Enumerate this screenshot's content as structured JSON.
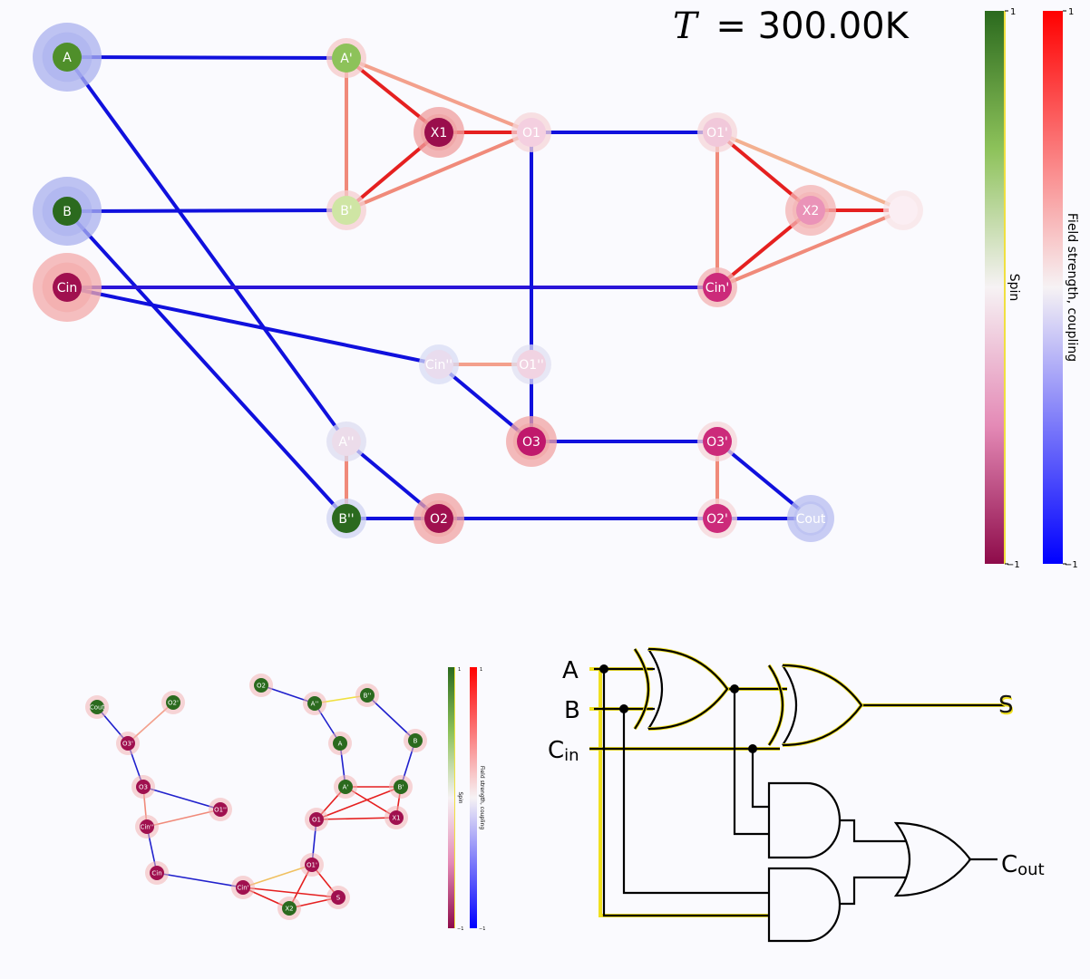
{
  "temperature_label": "T = 300.00K",
  "temperature": {
    "symbol": "T",
    "value": "300.00K"
  },
  "colorbars": {
    "spin": {
      "label": "Spin",
      "max": "1",
      "min": "−1"
    },
    "field": {
      "label": "Field strength, coupling",
      "max": "1",
      "min": "−1"
    }
  },
  "nodes": [
    {
      "id": "A",
      "label": "A",
      "color": "#4f8f2a",
      "halo": "#aab0ee"
    },
    {
      "id": "B",
      "label": "B",
      "color": "#2b6a1e",
      "halo": "#aab0ee"
    },
    {
      "id": "Cin",
      "label": "Cin",
      "color": "#a0104f",
      "halo": "#f3a9a9"
    },
    {
      "id": "Ap",
      "label": "A'",
      "color": "#8dc25a",
      "halo": "#f5c8c8"
    },
    {
      "id": "X1",
      "label": "X1",
      "color": "#9a0e4c",
      "halo": "#ef9e9e"
    },
    {
      "id": "Bp",
      "label": "B'",
      "color": "#cfe5a4",
      "halo": "#f5cdd0"
    },
    {
      "id": "O1",
      "label": "O1",
      "color": "#f4cfe0",
      "halo": "#f6d6d8"
    },
    {
      "id": "O1p",
      "label": "O1'",
      "color": "#f1c8da",
      "halo": "#f6d6d8"
    },
    {
      "id": "X2",
      "label": "X2",
      "color": "#ea93b8",
      "halo": "#f3b2b2"
    },
    {
      "id": "S",
      "label": "",
      "color": "#fbeef3",
      "halo": "#f8e3e5"
    },
    {
      "id": "Cinp",
      "label": "Cin'",
      "color": "#cc2a7a",
      "halo": "#f3b2b2"
    },
    {
      "id": "Cinpp",
      "label": "Cin''",
      "color": "#e9dcee",
      "halo": "#d8dcf4"
    },
    {
      "id": "O1pp",
      "label": "O1''",
      "color": "#f1d3e2",
      "halo": "#e0e0f2"
    },
    {
      "id": "O3",
      "label": "O3",
      "color": "#c0186c",
      "halo": "#f0a3a3"
    },
    {
      "id": "O3p",
      "label": "O3'",
      "color": "#cc2a7a",
      "halo": "#f6d6d8"
    },
    {
      "id": "App",
      "label": "A''",
      "color": "#ecdcea",
      "halo": "#dcdcf0"
    },
    {
      "id": "Bpp",
      "label": "B''",
      "color": "#2b6a1e",
      "halo": "#cfd3f2"
    },
    {
      "id": "O2",
      "label": "O2",
      "color": "#a0104f",
      "halo": "#f0a3a3"
    },
    {
      "id": "O2p",
      "label": "O2'",
      "color": "#cc2a7a",
      "halo": "#f6d6d8"
    },
    {
      "id": "Cout",
      "label": "Cout",
      "color": "#d0d4f4",
      "halo": "#b7bcf0"
    }
  ],
  "edges": [
    {
      "a": "A",
      "b": "Ap",
      "color": "#1010dd"
    },
    {
      "a": "A",
      "b": "App",
      "color": "#1010dd"
    },
    {
      "a": "B",
      "b": "Bp",
      "color": "#1010dd"
    },
    {
      "a": "B",
      "b": "Bpp",
      "color": "#1010dd"
    },
    {
      "a": "Cin",
      "b": "Cinp",
      "color": "#2a14d8"
    },
    {
      "a": "Cin",
      "b": "Cinpp",
      "color": "#1010dd"
    },
    {
      "a": "Ap",
      "b": "X1",
      "color": "#e52020"
    },
    {
      "a": "Bp",
      "b": "X1",
      "color": "#e52020"
    },
    {
      "a": "X1",
      "b": "O1",
      "color": "#e52020"
    },
    {
      "a": "Ap",
      "b": "Bp",
      "color": "#f08a7a"
    },
    {
      "a": "Ap",
      "b": "O1",
      "color": "#f3a08c"
    },
    {
      "a": "Bp",
      "b": "O1",
      "color": "#f08a7a"
    },
    {
      "a": "O1",
      "b": "O1p",
      "color": "#1010dd"
    },
    {
      "a": "O1",
      "b": "O1pp",
      "color": "#1010dd"
    },
    {
      "a": "O1p",
      "b": "X2",
      "color": "#e52020"
    },
    {
      "a": "Cinp",
      "b": "X2",
      "color": "#e52020"
    },
    {
      "a": "X2",
      "b": "S",
      "color": "#e52020"
    },
    {
      "a": "O1p",
      "b": "Cinp",
      "color": "#f08a7a"
    },
    {
      "a": "O1p",
      "b": "S",
      "color": "#f3b090"
    },
    {
      "a": "Cinp",
      "b": "S",
      "color": "#f08a7a"
    },
    {
      "a": "Cinpp",
      "b": "O1pp",
      "color": "#f3a08c"
    },
    {
      "a": "Cinpp",
      "b": "O3",
      "color": "#1010dd"
    },
    {
      "a": "O1pp",
      "b": "O3",
      "color": "#1010dd"
    },
    {
      "a": "O3",
      "b": "O3p",
      "color": "#1010dd"
    },
    {
      "a": "O3p",
      "b": "O2p",
      "color": "#f08a7a"
    },
    {
      "a": "O3p",
      "b": "Cout",
      "color": "#1010dd"
    },
    {
      "a": "App",
      "b": "Bpp",
      "color": "#f08a7a"
    },
    {
      "a": "App",
      "b": "O2",
      "color": "#1010dd"
    },
    {
      "a": "Bpp",
      "b": "O2",
      "color": "#1010dd"
    },
    {
      "a": "O2",
      "b": "O2p",
      "color": "#1010dd"
    },
    {
      "a": "O2p",
      "b": "Cout",
      "color": "#1010dd"
    }
  ],
  "mini_graph": {
    "nodes": [
      {
        "id": "Cout",
        "label": "Cout",
        "color": "#2b6a1e"
      },
      {
        "id": "O2p",
        "label": "O2'",
        "color": "#2b6a1e"
      },
      {
        "id": "O3p",
        "label": "O3'",
        "color": "#a0104f"
      },
      {
        "id": "O3",
        "label": "O3",
        "color": "#a0104f"
      },
      {
        "id": "O1pp",
        "label": "O1''",
        "color": "#a0104f"
      },
      {
        "id": "Cinpp",
        "label": "Cin''",
        "color": "#a0104f"
      },
      {
        "id": "Cin",
        "label": "Cin",
        "color": "#a0104f"
      },
      {
        "id": "Cinp",
        "label": "Cin'",
        "color": "#a0104f"
      },
      {
        "id": "X2",
        "label": "X2",
        "color": "#2b6a1e"
      },
      {
        "id": "S",
        "label": "S",
        "color": "#a0104f"
      },
      {
        "id": "O1p",
        "label": "O1'",
        "color": "#a0104f"
      },
      {
        "id": "O1",
        "label": "O1",
        "color": "#a0104f"
      },
      {
        "id": "X1",
        "label": "X1",
        "color": "#a0104f"
      },
      {
        "id": "Ap",
        "label": "A'",
        "color": "#2b6a1e"
      },
      {
        "id": "Bp",
        "label": "B'",
        "color": "#2b6a1e"
      },
      {
        "id": "A",
        "label": "A",
        "color": "#2b6a1e"
      },
      {
        "id": "B",
        "label": "B",
        "color": "#2b6a1e"
      },
      {
        "id": "App",
        "label": "A''",
        "color": "#2b6a1e"
      },
      {
        "id": "Bpp",
        "label": "B''",
        "color": "#2b6a1e"
      },
      {
        "id": "O2",
        "label": "O2",
        "color": "#2b6a1e"
      }
    ],
    "edges": [
      [
        "Cout",
        "O3p",
        "#2020cc"
      ],
      [
        "O2p",
        "O3p",
        "#f3a08c"
      ],
      [
        "O3p",
        "O3",
        "#2020cc"
      ],
      [
        "O3",
        "O1pp",
        "#2020cc"
      ],
      [
        "O3",
        "Cinpp",
        "#f08a7a"
      ],
      [
        "Cinpp",
        "O1pp",
        "#f08a7a"
      ],
      [
        "Cinpp",
        "Cin",
        "#2020cc"
      ],
      [
        "Cin",
        "Cinp",
        "#2020cc"
      ],
      [
        "Cinp",
        "X2",
        "#e52020"
      ],
      [
        "Cinp",
        "S",
        "#e52020"
      ],
      [
        "Cinp",
        "O1p",
        "#f0c060"
      ],
      [
        "X2",
        "S",
        "#e52020"
      ],
      [
        "X2",
        "O1p",
        "#e52020"
      ],
      [
        "O1p",
        "S",
        "#e52020"
      ],
      [
        "O1p",
        "O1",
        "#2020cc"
      ],
      [
        "O1",
        "X1",
        "#e52020"
      ],
      [
        "O1",
        "Ap",
        "#e52020"
      ],
      [
        "O1",
        "Bp",
        "#e52020"
      ],
      [
        "X1",
        "Ap",
        "#e52020"
      ],
      [
        "X1",
        "Bp",
        "#e52020"
      ],
      [
        "Ap",
        "Bp",
        "#e52020"
      ],
      [
        "Ap",
        "A",
        "#2020cc"
      ],
      [
        "Bp",
        "B",
        "#2020cc"
      ],
      [
        "A",
        "App",
        "#2020cc"
      ],
      [
        "B",
        "Bpp",
        "#2020cc"
      ],
      [
        "App",
        "Bpp",
        "#f0e040"
      ],
      [
        "App",
        "O2",
        "#2020cc"
      ]
    ]
  },
  "mini_colorbars": {
    "spin": {
      "label": "Spin",
      "max": "1",
      "min": "−1"
    },
    "field": {
      "label": "Field strength, coupling",
      "max": "1",
      "min": "−1"
    }
  },
  "circuit": {
    "inputs": {
      "a": "A",
      "b": "B",
      "cin": "C",
      "cin_sub": "in"
    },
    "outputs": {
      "s": "S",
      "cout": "C",
      "cout_sub": "out"
    },
    "gates": [
      "XOR",
      "XOR",
      "AND",
      "AND",
      "OR"
    ]
  }
}
